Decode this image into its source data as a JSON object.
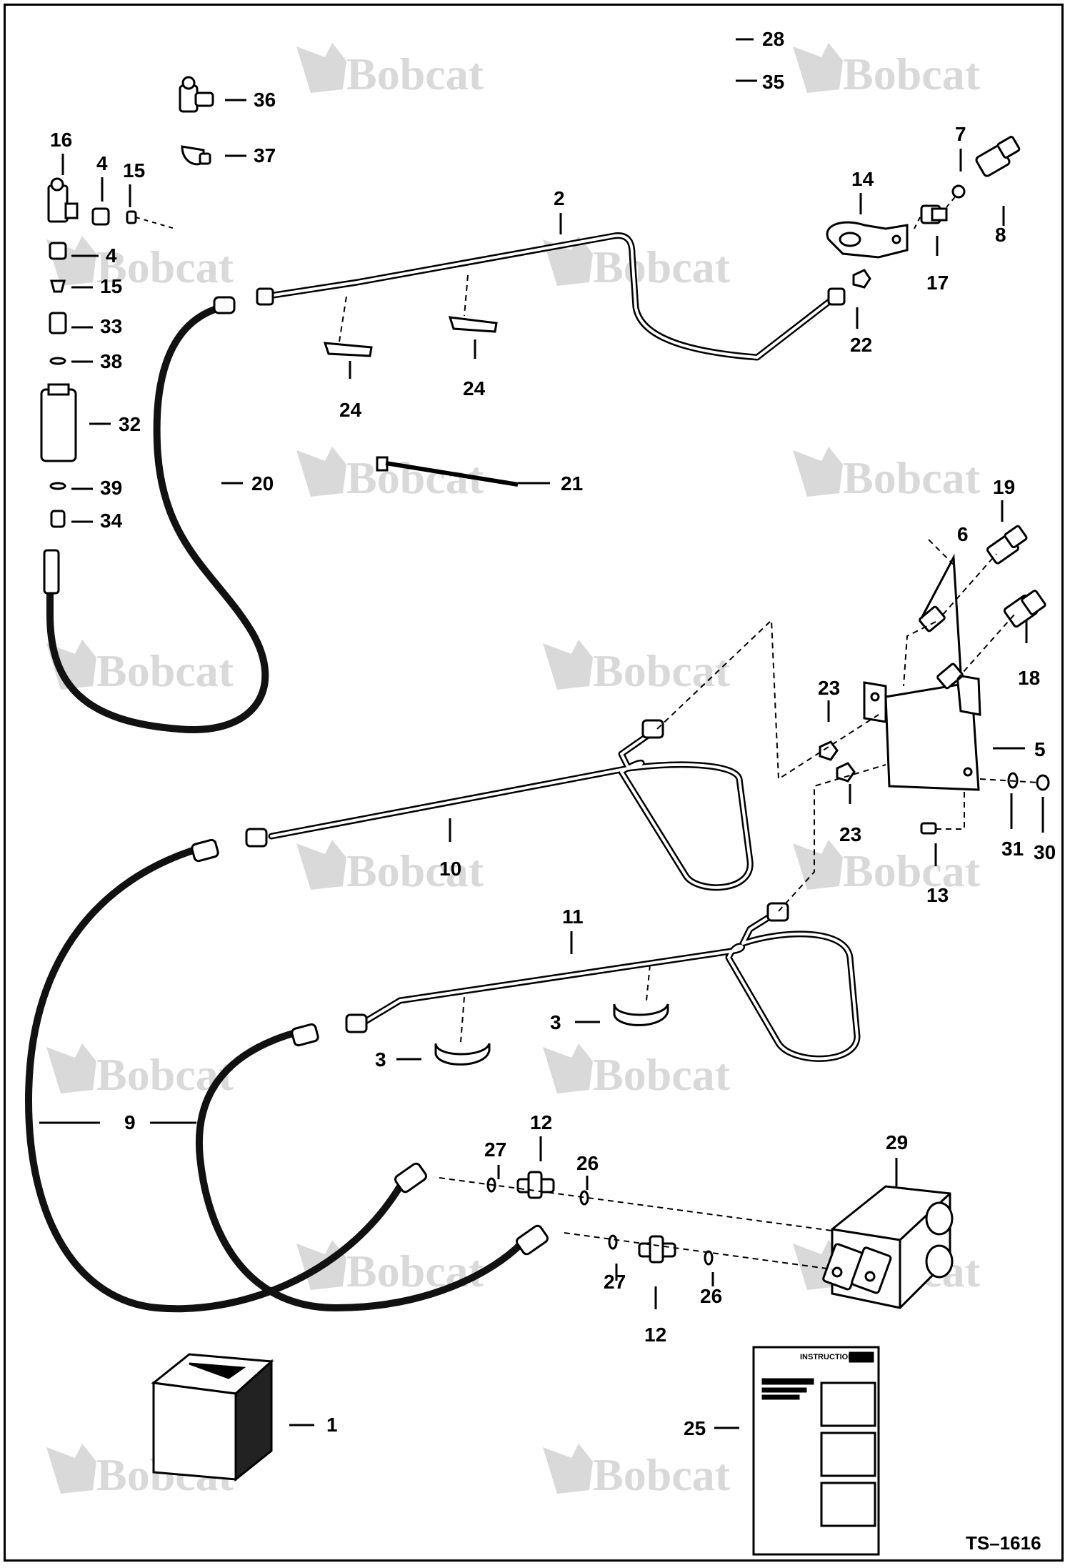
{
  "diagram": {
    "watermark_text": "Bobcat",
    "drawing_id": "TS–1616",
    "decal_heading": "INSTRUCTIONS",
    "callouts": [
      "1",
      "2",
      "3",
      "3",
      "4",
      "4",
      "5",
      "6",
      "7",
      "8",
      "9",
      "10",
      "11",
      "12",
      "12",
      "13",
      "14",
      "15",
      "15",
      "16",
      "17",
      "18",
      "19",
      "20",
      "21",
      "22",
      "23",
      "23",
      "24",
      "24",
      "25",
      "26",
      "26",
      "27",
      "27",
      "28",
      "29",
      "30",
      "31",
      "32",
      "33",
      "34",
      "35",
      "36",
      "37",
      "38",
      "39"
    ]
  },
  "colors": {
    "line": "#000000",
    "watermark": "#d9d9d9",
    "hose": "#111111",
    "tube": "#ffffff",
    "background": "#ffffff"
  }
}
